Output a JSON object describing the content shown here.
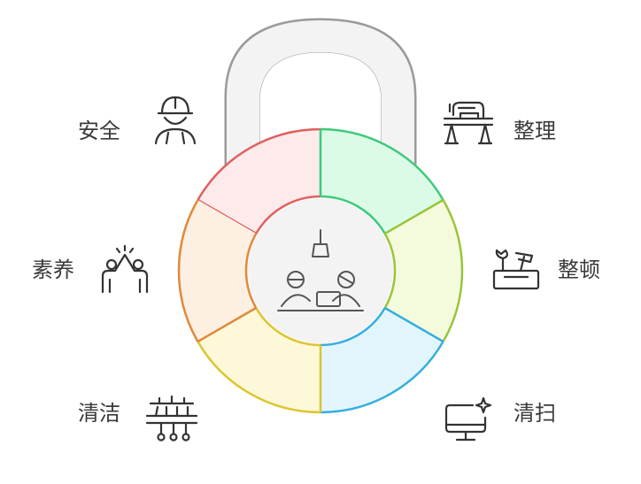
{
  "segments": [
    {
      "key": "anquan",
      "label": "安全",
      "icon": "worker-helmet-icon",
      "fill": "#fdeaea",
      "stroke": "#e06060"
    },
    {
      "key": "zhengli",
      "label": "整理",
      "icon": "sewing-machine-table-icon",
      "fill": "#dcfbe7",
      "stroke": "#3ec97c"
    },
    {
      "key": "zhengdun",
      "label": "整顿",
      "icon": "toolbox-icon",
      "fill": "#f3fbdc",
      "stroke": "#9bc43a"
    },
    {
      "key": "qingsao",
      "label": "清扫",
      "icon": "monitor-sparkle-icon",
      "fill": "#e3f5fc",
      "stroke": "#34aee0"
    },
    {
      "key": "qingjie",
      "label": "清洁",
      "icon": "cleaning-rack-icon",
      "fill": "#fdf8d8",
      "stroke": "#dcc52e"
    },
    {
      "key": "suyang",
      "label": "素养",
      "icon": "high-five-icon",
      "fill": "#fdf0e2",
      "stroke": "#e0893a"
    }
  ],
  "center_icon": "team-meeting-icon",
  "shackle_color": "#9a9a9a",
  "center_fill": "#f3f3f3"
}
